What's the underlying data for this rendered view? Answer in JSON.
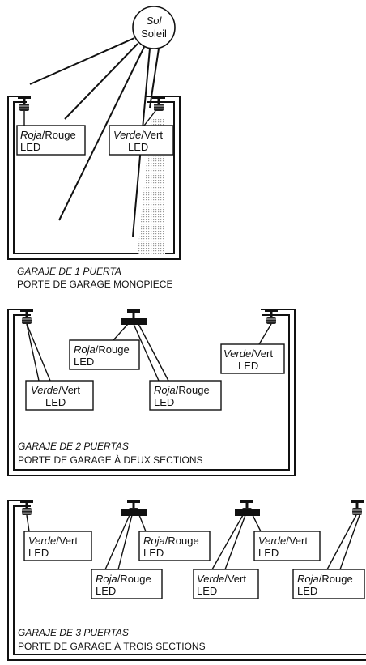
{
  "sun": {
    "line1": "Sol",
    "line2": "Soleil"
  },
  "led_tag": "LED",
  "colors": {
    "red": {
      "es": "Roja",
      "fr": "Rouge"
    },
    "green": {
      "es": "Verde",
      "fr": "Vert"
    }
  },
  "garages": [
    {
      "caption_es": "GARAJE DE 1 PUERTA",
      "caption_fr": "PORTE DE GARAGE MONOPIECE"
    },
    {
      "caption_es": "GARAJE DE 2 PUERTAS",
      "caption_fr": "PORTE DE GARAGE À DEUX SECTIONS"
    },
    {
      "caption_es": "GARAJE DE 3 PUERTAS",
      "caption_fr": "PORTE DE GARAGE À TROIS SECTIONS"
    }
  ]
}
